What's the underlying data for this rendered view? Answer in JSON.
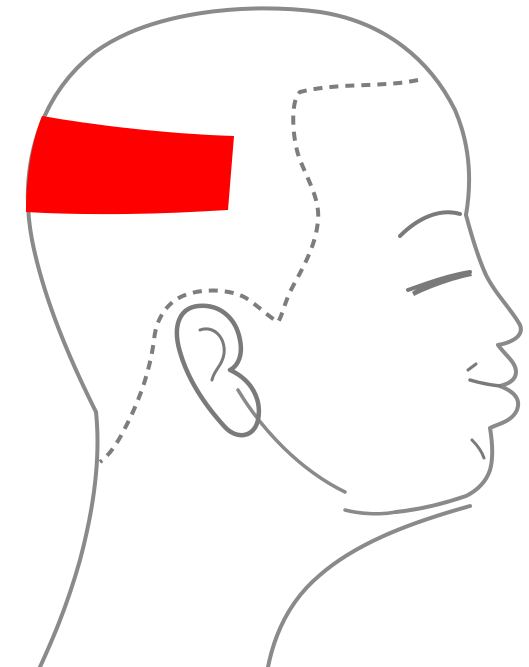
{
  "figure": {
    "subject": "head-profile",
    "facing": "right",
    "line_color": "#8a8a8a",
    "hairline_style": "dashed",
    "background": "#ffffff"
  },
  "highlight": {
    "region": "crown-band",
    "color": "#ff0000"
  }
}
